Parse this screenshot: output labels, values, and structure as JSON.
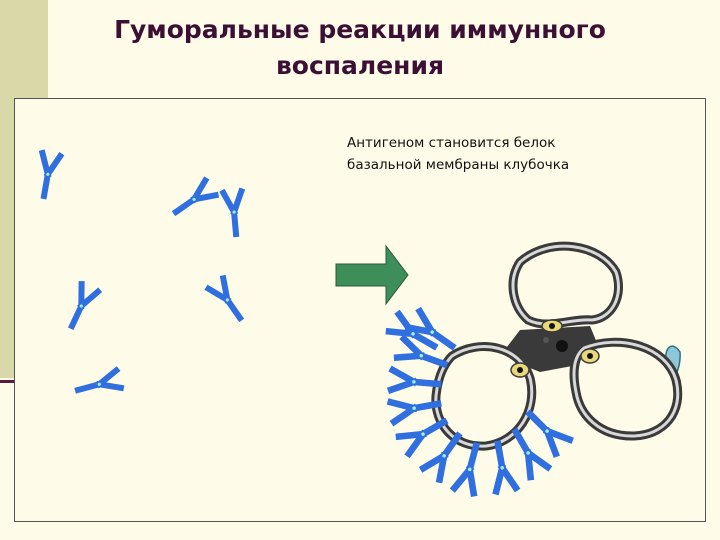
{
  "slide": {
    "title_line1": "Гуморальные реакции иммунного",
    "title_line2": "воспаления",
    "caption_line1": "Антигеном становится белок",
    "caption_line2": "базальной мембраны клубочка"
  },
  "colors": {
    "background": "#fefce8",
    "band": "#d8d8a8",
    "title": "#3c1034",
    "antibody": "#2f6fe0",
    "arrow": "#3e8e5a",
    "membrane": "#3a3a3a",
    "podocyte": "#8ec8d8"
  },
  "icons": {
    "antibody": "antibody-icon",
    "arrow": "arrow-right-icon",
    "glomerulus": "glomerulus-icon"
  }
}
